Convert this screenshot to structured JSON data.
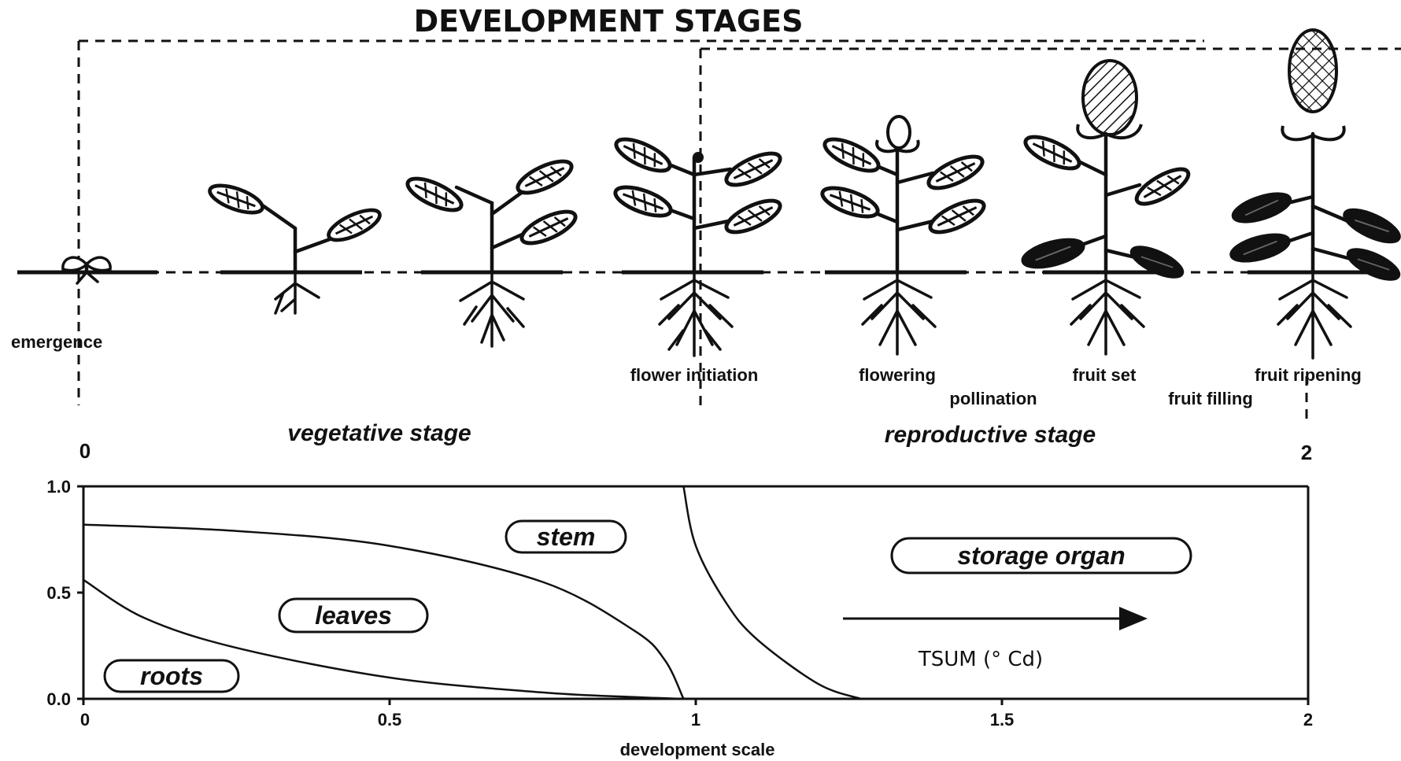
{
  "title": "DEVELOPMENT STAGES",
  "stage_labels": {
    "emergence": "emergence",
    "flower_initiation": "flower initiation",
    "flowering": "flowering",
    "pollination": "pollination",
    "fruit_set": "fruit set",
    "fruit_filling": "fruit filling",
    "fruit_ripening": "fruit ripening"
  },
  "phases": {
    "vegetative": "vegetative stage",
    "reproductive": "reproductive stage",
    "start_mark": "0",
    "end_mark": "2"
  },
  "regions": {
    "stem": "stem",
    "leaves": "leaves",
    "roots": "roots",
    "storage": "storage organ"
  },
  "arrow_label": "TSUM (° Cd)",
  "chart_data": {
    "type": "area",
    "xlabel": "development scale",
    "xlim": [
      0,
      2
    ],
    "ylim": [
      0,
      1
    ],
    "x_ticks": [
      "0",
      "0.5",
      "1",
      "1.5",
      "2"
    ],
    "y_ticks": [
      "1.0",
      "0.5",
      "0.0"
    ],
    "curves": {
      "roots_upper": {
        "x": [
          0,
          0.1,
          0.25,
          0.5,
          0.75,
          0.9,
          0.98
        ],
        "y": [
          0.56,
          0.38,
          0.24,
          0.1,
          0.03,
          0.008,
          0
        ]
      },
      "leaves_upper": {
        "x": [
          0,
          0.25,
          0.5,
          0.75,
          0.9,
          0.95,
          0.98
        ],
        "y": [
          0.82,
          0.79,
          0.72,
          0.55,
          0.32,
          0.18,
          0
        ]
      },
      "storage_lower": {
        "x": [
          0.98,
          1.0,
          1.05,
          1.1,
          1.2,
          1.27
        ],
        "y": [
          1.0,
          0.72,
          0.45,
          0.28,
          0.07,
          0
        ]
      }
    }
  }
}
